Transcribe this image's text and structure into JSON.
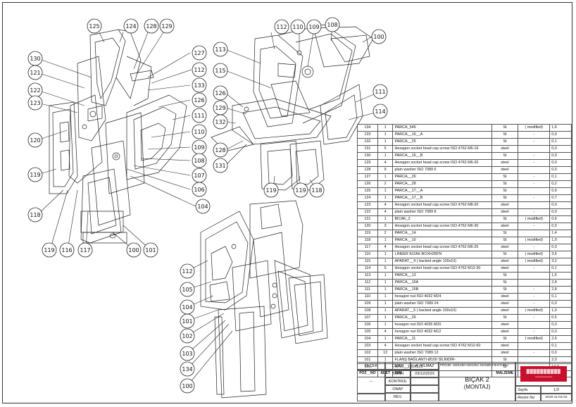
{
  "callouts": {
    "100a": "100",
    "101a": "101",
    "102a": "102",
    "103a": "103",
    "104a": "104",
    "105a": "105",
    "106a": "106",
    "107a": "107",
    "108a": "108",
    "109a": "109",
    "110a": "110",
    "111a": "111",
    "112a": "112",
    "113a": "113",
    "114a": "114",
    "115a": "115",
    "116a": "116",
    "117a": "117",
    "118a": "118",
    "119a": "119",
    "120a": "120",
    "121a": "121",
    "122a": "122",
    "123a": "123",
    "124a": "124",
    "125a": "125",
    "126a": "126",
    "127a": "127",
    "128a": "128",
    "129a": "129",
    "130a": "130",
    "131a": "131",
    "132a": "132",
    "133a": "133",
    "134a": "134"
  },
  "bom": [
    [
      "134",
      "1",
      "PARCA_546",
      "St",
      "( modified)",
      "1,6"
    ],
    [
      "133",
      "1",
      "PARCA__16__A",
      "St",
      "-",
      "0,9"
    ],
    [
      "132",
      "1",
      "PARCA__25",
      "St",
      "-",
      "0,1"
    ],
    [
      "131",
      "5",
      "Hexagon socket head cap screw ISO 4762 M6-16",
      "steel",
      "",
      "0,0"
    ],
    [
      "130",
      "1",
      "PARCA__16__B",
      "St",
      "-",
      "0,9"
    ],
    [
      "129",
      "4",
      "Hexagon socket head cap screw ISO 4762 M6-20",
      "steel",
      "-",
      "0,0"
    ],
    [
      "128",
      "9",
      "plain washer ISO 7089 6",
      "steel",
      "",
      "0,0"
    ],
    [
      "127",
      "1",
      "PARCA__26",
      "St",
      "-",
      "0,1"
    ],
    [
      "126",
      "2",
      "PARCA__28",
      "St",
      "-",
      "0,2"
    ],
    [
      "125",
      "1",
      "PARCA__17__A",
      "St",
      "",
      "0,9"
    ],
    [
      "124",
      "1",
      "PARCA__17__B",
      "St",
      "-",
      "0,7"
    ],
    [
      "123",
      "4",
      "Hexagon socket head cap screw ISO 4762 M8-20",
      "steel",
      "",
      "0,0"
    ],
    [
      "122",
      "4",
      "plain washer ISO 7089 8",
      "steel",
      "-",
      "0,0"
    ],
    [
      "121",
      "1",
      "BICAK_2",
      "St",
      "( modified)",
      "0,6"
    ],
    [
      "120",
      "3",
      "Hexagon socket head cap screw ISO 4762 M6-30",
      "steel",
      "-",
      "0,0"
    ],
    [
      "119",
      "2",
      "PARCA__14",
      "St",
      "",
      "1,4"
    ],
    [
      "118",
      "1",
      "PARCA__10",
      "St",
      "( modified)",
      "1,9"
    ],
    [
      "117",
      "4",
      "Hexagon socket head cap screw ISO 4762 M6-25",
      "steel",
      "-",
      "0,0"
    ],
    [
      "116",
      "1",
      "LINEER KIZAK-BOXH35FN",
      "St",
      "( modified)",
      "3,6"
    ],
    [
      "115",
      "1",
      "APARAT__4  ( backed angle 100x10)",
      "steel",
      "( modified)",
      "3,2"
    ],
    [
      "114",
      "5",
      "Hexagon socket head cap screw ISO 4762 M12-30",
      "steel",
      "-",
      "0,1"
    ],
    [
      "113",
      "1",
      "PARCA__13",
      "St",
      "",
      "1,6"
    ],
    [
      "112",
      "1",
      "PARCA__15A",
      "St",
      "",
      "2,8"
    ],
    [
      "111",
      "1",
      "PARCA__15B",
      "St",
      "-",
      "2,8"
    ],
    [
      "110",
      "1",
      "hexagon nut ISO 4032 M24",
      "steel",
      "-",
      "0,1"
    ],
    [
      "109",
      "1",
      "plain washer ISO 7089 24",
      "steel",
      "-",
      "0,0"
    ],
    [
      "108",
      "1",
      "APARAT__5  ( backed angle 100x10)",
      "steel",
      "( modified)",
      "1,9"
    ],
    [
      "107",
      "1",
      "PARCA__29",
      "St",
      "-",
      "0,5"
    ],
    [
      "106",
      "1",
      "hexagon nut ISO 4035 M20",
      "steel",
      "",
      "0,0"
    ],
    [
      "105",
      "4",
      "hexagon nut ISO 4032 M12",
      "steel",
      "-",
      "0,0"
    ],
    [
      "104",
      "1",
      "PARCA__11",
      "St",
      "( modified)",
      "2,6"
    ],
    [
      "103",
      "4",
      "Hexagon socket head cap screw ISO 4762 M12-60",
      "steel",
      "",
      "0,1"
    ],
    [
      "102",
      "13",
      "plain washer ISO 7089 12",
      "steel",
      "-",
      "0,0"
    ],
    [
      "101",
      "1",
      "FLANŞ BAĞLANTI-Ø100 SİLİNDİR-",
      "St",
      "",
      "2,0"
    ],
    [
      "100",
      "1",
      "WAC__100X125",
      "St",
      "-",
      "14,3"
    ]
  ],
  "bom_header": [
    "POZ__NO",
    "ADET",
    "İSİM",
    "MALZEME",
    "AÇIKLAMA",
    "AĞIRLIK"
  ],
  "title_block": {
    "olcek": "ÖLÇEK",
    "olcek_val": "--",
    "cizen": "ÇİZEN",
    "cizen_val": "A. YILMAZ",
    "tarih": "TARİH",
    "tarih_val": "03/12/2015",
    "kontrol": "KONTROL",
    "onay": "ONAY",
    "rev": "REV.",
    "proje": "PROJE: 1601250-1601251 KESME FIKSTÜRÜ",
    "title": "BIÇAK 2",
    "subtitle": "(MONTAJ)",
    "sayfa": "Sayfa",
    "sayfa_val": "1/3",
    "resim": "Resim No",
    "resim_val": "2015-11-02-02",
    "logo_main": "▓▓▓▓▓▓▓▓▓▓",
    "logo_sub": "▪▪▪▪▪▪▪▪▪▪▪▪▪▪▪▪▪▪▪▪▪▪▪"
  },
  "colors": {
    "line": "#222222",
    "bg": "#ffffff",
    "logo": "#c8102e"
  }
}
